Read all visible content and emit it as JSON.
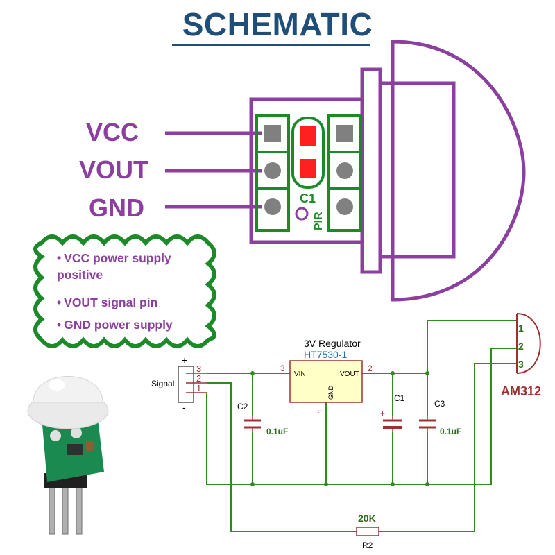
{
  "title": "SCHEMATIC",
  "pins": {
    "vcc": "VCC",
    "vout": "VOUT",
    "gnd": "GND"
  },
  "board_labels": {
    "c1": "C1",
    "pir": "PIR"
  },
  "notes": [
    {
      "bullet": "•",
      "text": "VCC power supply positive"
    },
    {
      "bullet": "•",
      "text": "VOUT signal pin"
    },
    {
      "bullet": "•",
      "text": "GND power supply"
    }
  ],
  "circuit": {
    "regulator_title": "3V Regulator",
    "regulator_part": "HT7530-1",
    "reg_vin": "VIN",
    "reg_vout": "VOUT",
    "reg_gnd": "GND",
    "reg_pin_in": "3",
    "reg_pin_out": "2",
    "reg_pin_gnd": "1",
    "conn_plus": "+",
    "conn_minus": "-",
    "conn_pin3": "3",
    "conn_pin2": "2",
    "conn_pin1": "1",
    "signal_label": "Signal",
    "c2_label": "C2",
    "c2_value": "0.1uF",
    "c1_label": "C1",
    "c1_polarity": "+",
    "c3_label": "C3",
    "c3_value": "0.1uF",
    "r2_value": "20K",
    "r2_label": "R2",
    "sensor_pin1": "1",
    "sensor_pin2": "2",
    "sensor_pin3": "3",
    "sensor_name": "AM312"
  },
  "colors": {
    "title": "#1f4e79",
    "purple": "#8b3f9e",
    "green": "#1d8a2a",
    "wire_green": "#2e8b1e",
    "pad_gray": "#808080",
    "red": "#ff2020",
    "dark_red": "#a03030",
    "reg_fill": "#ffffc8"
  }
}
